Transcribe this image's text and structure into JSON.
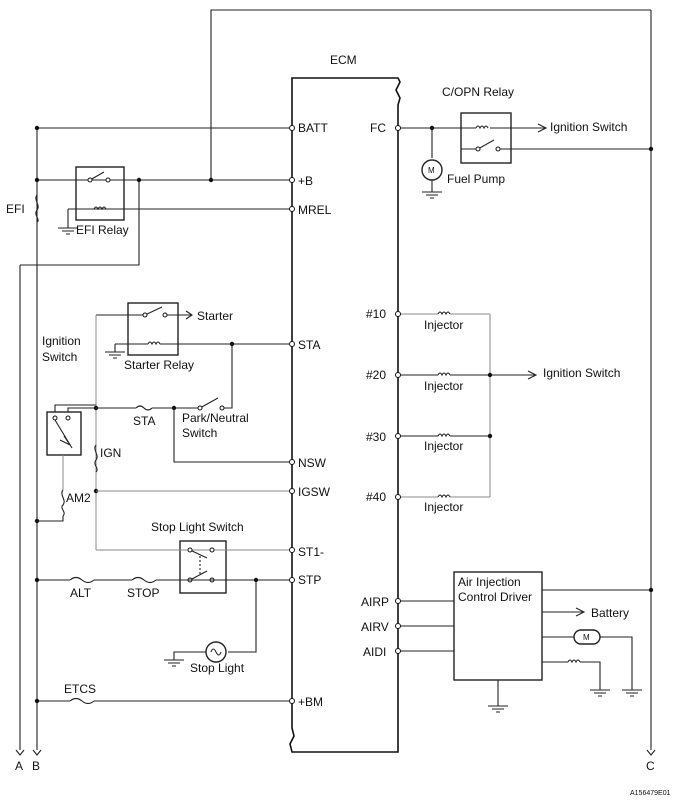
{
  "ecm": {
    "title": "ECM",
    "left_pins": [
      "BATT",
      "+B",
      "MREL",
      "STA",
      "NSW",
      "IGSW",
      "ST1-",
      "STP",
      "+BM"
    ],
    "right_pins": [
      "FC",
      "#10",
      "#20",
      "#30",
      "#40",
      "AIRP",
      "AIRV",
      "AIDI"
    ]
  },
  "components": {
    "efi_fuse": "EFI",
    "efi_relay": "EFI Relay",
    "copn_relay": "C/OPN Relay",
    "fuel_pump": "Fuel Pump",
    "ignition_switch": "Ignition Switch",
    "starter_relay": "Starter Relay",
    "starter": "Starter",
    "park_neutral": [
      "Park/Neutral",
      "Switch"
    ],
    "sta_fuse": "STA",
    "ign_fuse": "IGN",
    "am2": "AM2",
    "stop_light_switch": "Stop Light Switch",
    "alt_fuse": "ALT",
    "stop_fuse": "STOP",
    "stop_light": "Stop Light",
    "etcs_fuse": "ETCS",
    "injector": "Injector",
    "air_injection": [
      "Air Injection",
      "Control Driver"
    ],
    "battery": "Battery",
    "ignition_switch_label": [
      "Ignition",
      "Switch"
    ]
  },
  "connectors": [
    "A",
    "B",
    "C"
  ],
  "doc_code": "A156479E01"
}
